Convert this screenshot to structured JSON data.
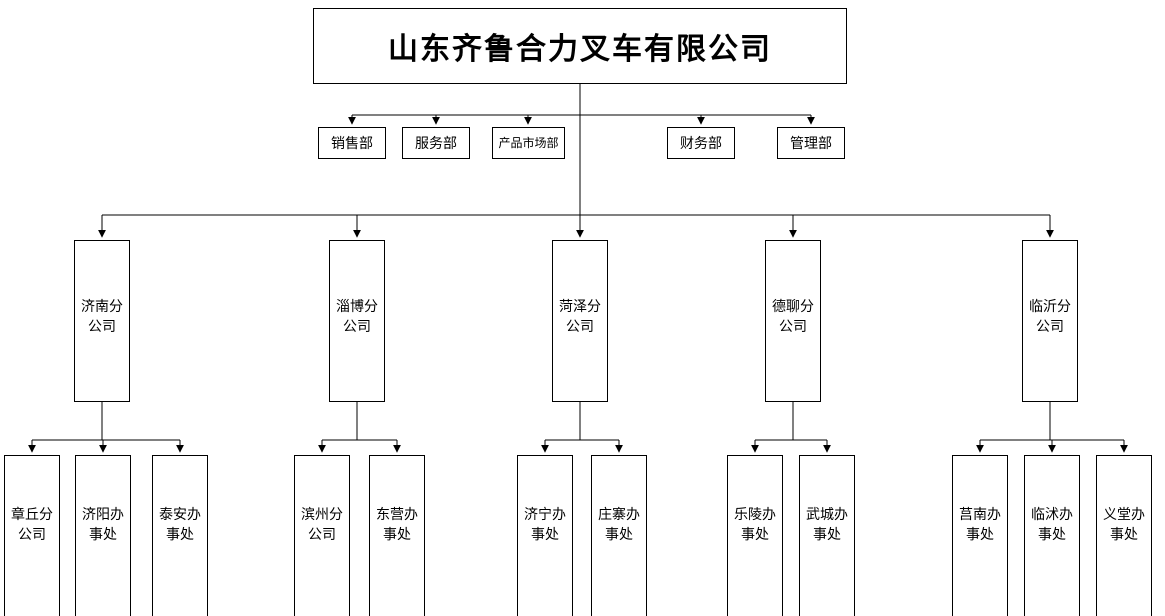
{
  "org": {
    "root": {
      "label": "山东齐鲁合力叉车有限公司"
    },
    "departments": [
      {
        "label": "销售部"
      },
      {
        "label": "服务部"
      },
      {
        "label": "产品市场部"
      },
      {
        "label": "财务部"
      },
      {
        "label": "管理部"
      }
    ],
    "branches": [
      {
        "label": "济南分公司",
        "children": [
          {
            "label": "章丘分公司"
          },
          {
            "label": "济阳办事处"
          },
          {
            "label": "泰安办事处"
          }
        ]
      },
      {
        "label": "淄博分公司",
        "children": [
          {
            "label": "滨州分公司"
          },
          {
            "label": "东营办事处"
          }
        ]
      },
      {
        "label": "菏泽分公司",
        "children": [
          {
            "label": "济宁办事处"
          },
          {
            "label": "庄寨办事处"
          }
        ]
      },
      {
        "label": "德聊分公司",
        "children": [
          {
            "label": "乐陵办事处"
          },
          {
            "label": "武城办事处"
          }
        ]
      },
      {
        "label": "临沂分公司",
        "children": [
          {
            "label": "莒南办事处"
          },
          {
            "label": "临沭办事处"
          },
          {
            "label": "义堂办事处"
          }
        ]
      }
    ],
    "colors": {
      "line": "#000000",
      "box_border": "#000000",
      "background": "#ffffff",
      "text": "#000000"
    }
  }
}
